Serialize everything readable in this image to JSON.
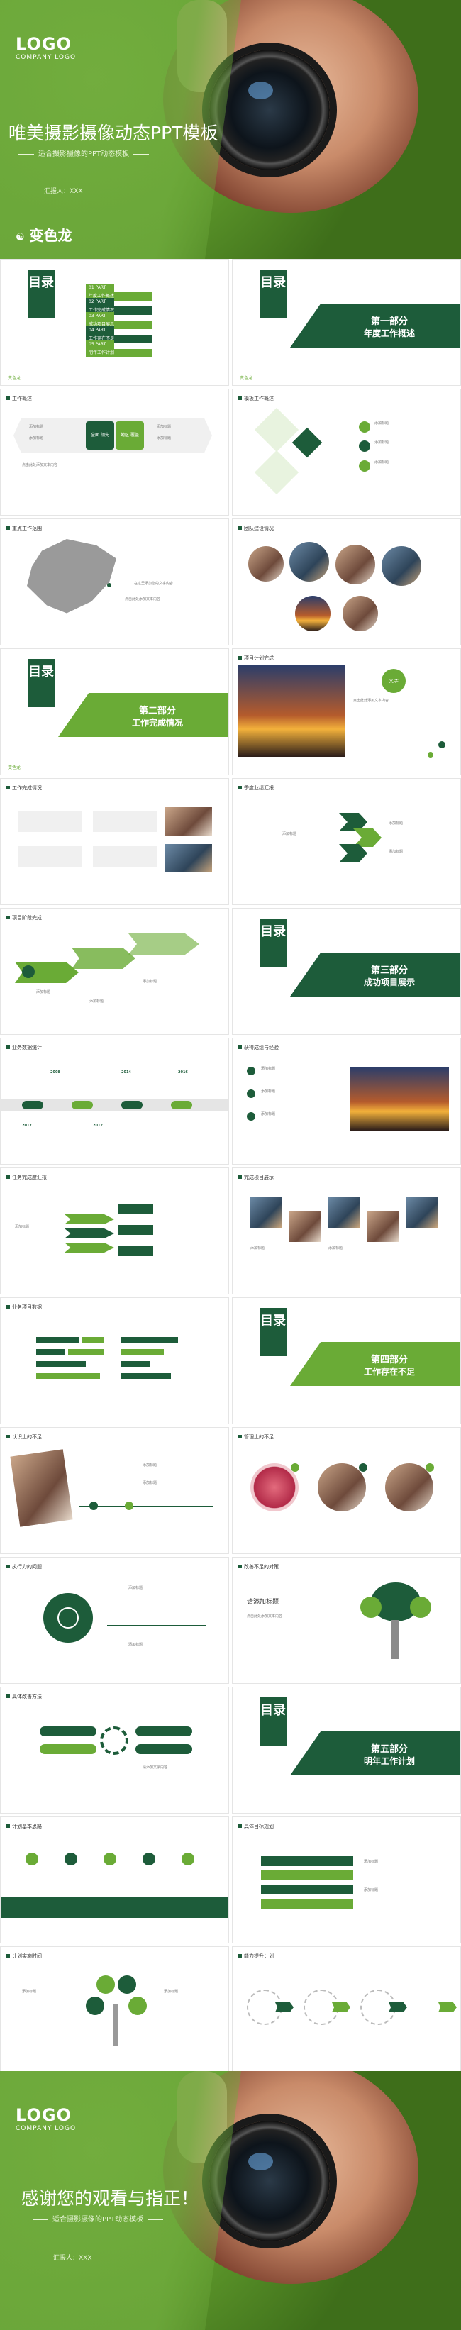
{
  "cover": {
    "logo": "LOGO",
    "logo_sub": "COMPANY LOGO",
    "title": "唯美摄影摄像动态PPT模板",
    "subtitle": "适合摄影摄像的PPT动态模板",
    "reporter": "汇报人：XXX",
    "brand": "变色龙"
  },
  "toc": {
    "heading": "目录",
    "items": [
      {
        "num": "01  PART",
        "label": "年度工作概述"
      },
      {
        "num": "02  PART",
        "label": "工作完成情况"
      },
      {
        "num": "03  PART",
        "label": "成功项目展示"
      },
      {
        "num": "04  PART",
        "label": "工作存在不足"
      },
      {
        "num": "05  PART",
        "label": "明年工作计划"
      }
    ]
  },
  "sections": [
    {
      "part": "第一部分",
      "name": "年度工作概述"
    },
    {
      "part": "第二部分",
      "name": "工作完成情况"
    },
    {
      "part": "第三部分",
      "name": "成功项目展示"
    },
    {
      "part": "第四部分",
      "name": "工作存在不足"
    },
    {
      "part": "第五部分",
      "name": "明年工作计划"
    }
  ],
  "slides": {
    "s1": "工作概述",
    "s2": "模板工作概述",
    "s3": "重点工作范围",
    "s4": "团队建设情况",
    "s5": "项目计划完成",
    "s6": "工作完成情况",
    "s7": "季度业绩汇报",
    "s8": "项目阶段完成",
    "s9": "业务数据统计",
    "s10": "获得成绩与经验",
    "s11": "任务完成度汇报",
    "s12": "完成项目展示",
    "s13": "业务项目数据",
    "s14": "认识上的不足",
    "s15": "管理上的不足",
    "s16": "执行力的问题",
    "s17": "改善不足的对策",
    "s18": "具体改善方法",
    "s19": "计划基本思路",
    "s20": "具体目标规划",
    "s21": "计划实施时间",
    "s22": "能力提升计划"
  },
  "texts": {
    "watermark": "变色龙",
    "add_title": "添加标题",
    "add_title2": "请添加标题",
    "body": "点击此处添加文本内容",
    "china_text": "在这里添加您的文字内容",
    "ahead": "全面 领先",
    "region": "地区 覆盖",
    "years": [
      "2008",
      "2012",
      "2014",
      "2016",
      "2017"
    ],
    "add_text": "请添加文字内容",
    "wenzi": "文字"
  },
  "end": {
    "logo": "LOGO",
    "logo_sub": "COMPANY LOGO",
    "title": "感谢您的观看与指正！",
    "subtitle": "适合摄影摄像的PPT动态模板",
    "reporter": "汇报人：XXX"
  },
  "colors": {
    "dark_green": "#1d5c3a",
    "light_green": "#6aab36"
  }
}
